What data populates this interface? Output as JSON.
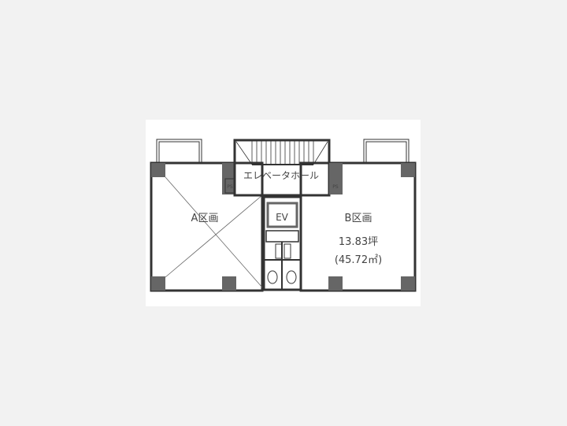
{
  "floor_plan": {
    "hall_label": "エレベータホール",
    "unit_a_label": "A区画",
    "unit_b_label": "B区画",
    "unit_b_area_tsubo": "13.83坪",
    "unit_b_area_sqm": "(45.72㎡)",
    "elevator_label": "EV",
    "ps_label": "PS"
  }
}
